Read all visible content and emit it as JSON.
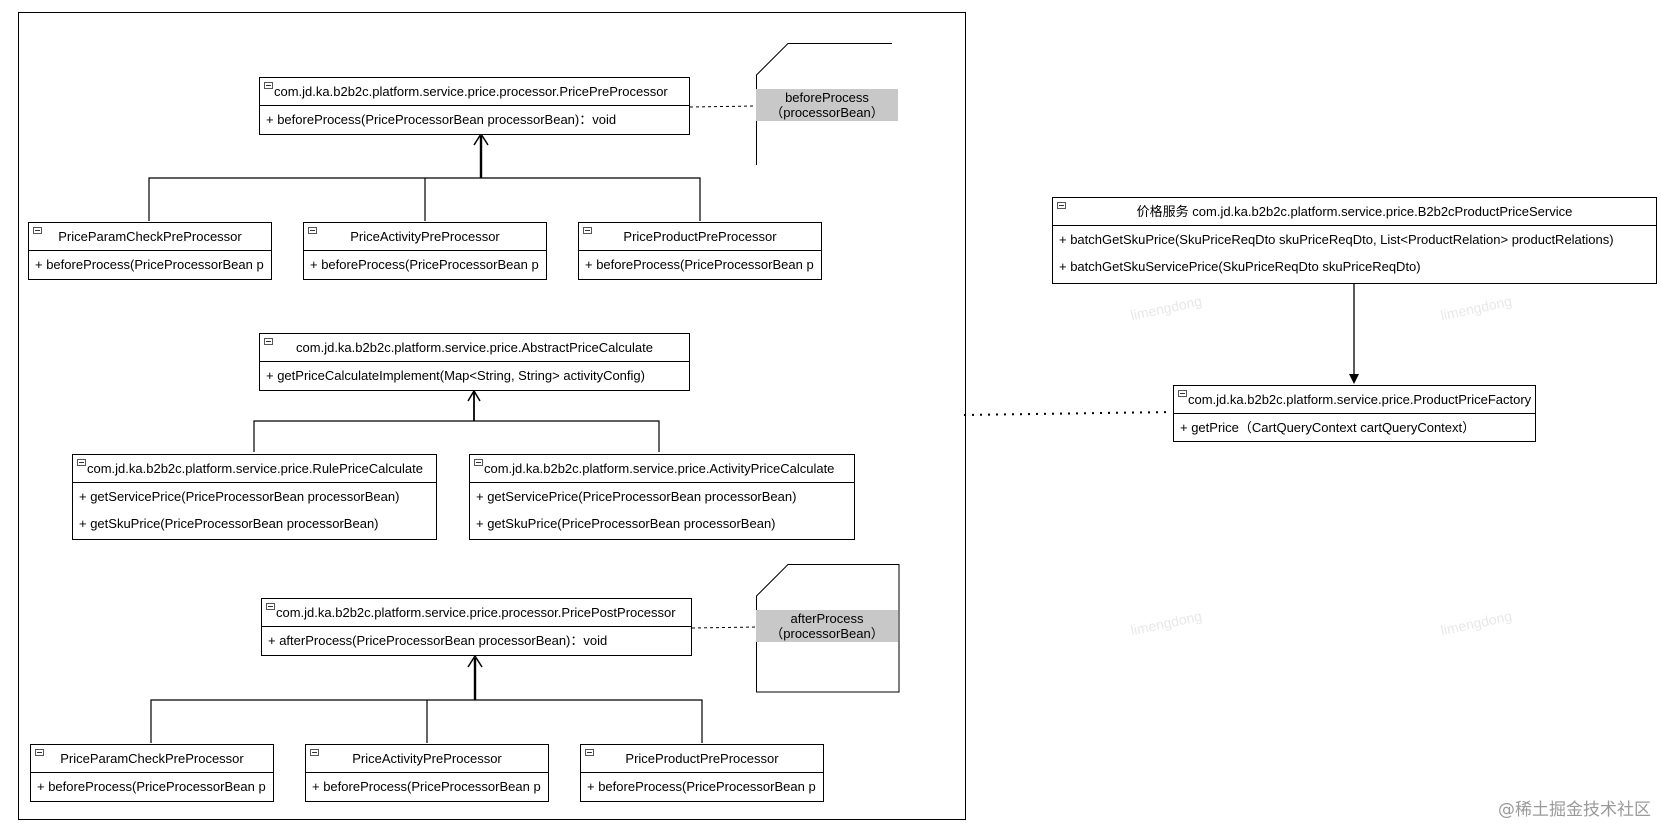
{
  "watermark": "limengdong",
  "credit": "@稀土掘金技术社区",
  "pre_group": {
    "interface": {
      "name": "com.jd.ka.b2b2c.platform.service.price.processor.PricePreProcessor",
      "method": "+ beforeProcess(PriceProcessorBean processorBean)：void"
    },
    "note": {
      "line1": "beforeProcess",
      "line2": "（processorBean）"
    },
    "impls": [
      {
        "name": "PriceParamCheckPreProcessor",
        "method": "+ beforeProcess(PriceProcessorBean p"
      },
      {
        "name": "PriceActivityPreProcessor",
        "method": "+ beforeProcess(PriceProcessorBean p"
      },
      {
        "name": "PriceProductPreProcessor",
        "method": "+ beforeProcess(PriceProcessorBean p"
      }
    ]
  },
  "calc_group": {
    "abstract": {
      "name": "com.jd.ka.b2b2c.platform.service.price.AbstractPriceCalculate",
      "method": "+ getPriceCalculateImplement(Map<String, String> activityConfig)"
    },
    "impls": [
      {
        "name": "com.jd.ka.b2b2c.platform.service.price.RulePriceCalculate",
        "methods": [
          "+ getServicePrice(PriceProcessorBean processorBean)",
          "+ getSkuPrice(PriceProcessorBean processorBean)"
        ]
      },
      {
        "name": "com.jd.ka.b2b2c.platform.service.price.ActivityPriceCalculate",
        "methods": [
          "+ getServicePrice(PriceProcessorBean processorBean)",
          "+ getSkuPrice(PriceProcessorBean processorBean)"
        ]
      }
    ]
  },
  "post_group": {
    "interface": {
      "name": "com.jd.ka.b2b2c.platform.service.price.processor.PricePostProcessor",
      "method": "+ afterProcess(PriceProcessorBean processorBean)：void"
    },
    "note": {
      "line1": "afterProcess",
      "line2": "（processorBean）"
    },
    "impls": [
      {
        "name": "PriceParamCheckPreProcessor",
        "method": "+ beforeProcess(PriceProcessorBean p"
      },
      {
        "name": "PriceActivityPreProcessor",
        "method": "+ beforeProcess(PriceProcessorBean p"
      },
      {
        "name": "PriceProductPreProcessor",
        "method": "+ beforeProcess(PriceProcessorBean p"
      }
    ]
  },
  "service": {
    "name": "价格服务  com.jd.ka.b2b2c.platform.service.price.B2b2cProductPriceService",
    "methods": [
      "+ batchGetSkuPrice(SkuPriceReqDto skuPriceReqDto, List<ProductRelation> productRelations)",
      "+ batchGetSkuServicePrice(SkuPriceReqDto skuPriceReqDto)"
    ]
  },
  "factory": {
    "name": "com.jd.ka.b2b2c.platform.service.price.ProductPriceFactory",
    "method": "+ getPrice（CartQueryContext cartQueryContext）"
  }
}
